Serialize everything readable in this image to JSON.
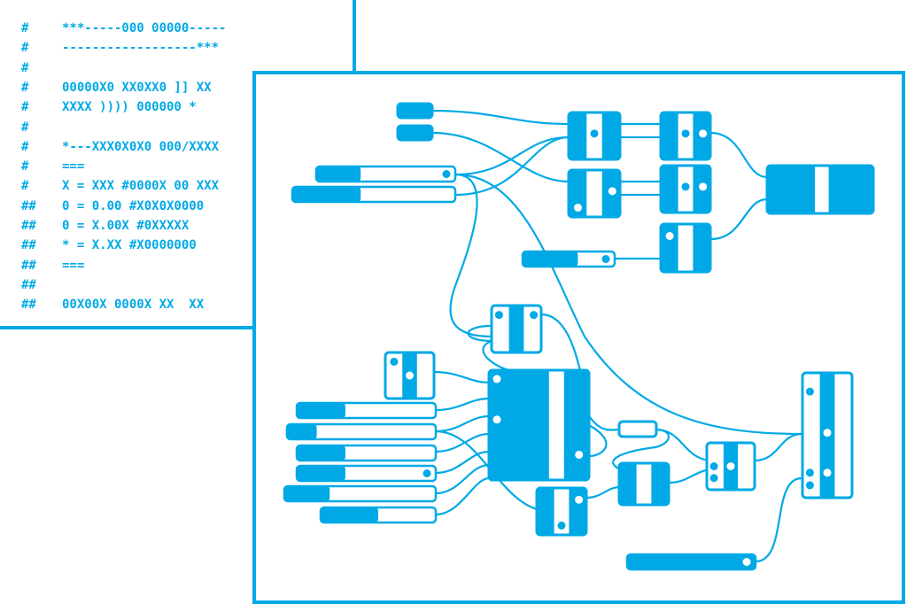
{
  "theme": {
    "accent": "#00a9e6",
    "background": "#ffffff"
  },
  "code_window": {
    "lines": [
      {
        "gutter": "#",
        "text": "***-----000 00000-----"
      },
      {
        "gutter": "#",
        "text": "------------------***"
      },
      {
        "gutter": "#",
        "text": ""
      },
      {
        "gutter": "#",
        "text": "00000X0 XX0XX0 ]] XX"
      },
      {
        "gutter": "#",
        "text": "XXXX )))) 000000 *"
      },
      {
        "gutter": "#",
        "text": ""
      },
      {
        "gutter": "#",
        "text": "*---XXX0X0X0 000/XXXX"
      },
      {
        "gutter": "#",
        "text": "==="
      },
      {
        "gutter": "#",
        "text": "X = XXX #0000X 00 XXX"
      },
      {
        "gutter": "##",
        "text": "0 = 0.00 #X0X0X0000"
      },
      {
        "gutter": "##",
        "text": "0 = X.00X #0XXXXX"
      },
      {
        "gutter": "##",
        "text": "* = X.XX #X0000000"
      },
      {
        "gutter": "##",
        "text": "==="
      },
      {
        "gutter": "##",
        "text": ""
      },
      {
        "gutter": "##",
        "text": "00X00X 0000X XX  XX"
      }
    ]
  },
  "graph_window": {
    "sliders": [
      {
        "id": "slider-1",
        "fill": 0.32,
        "has_dot": true
      },
      {
        "id": "slider-2",
        "fill": 0.42,
        "has_dot": false
      },
      {
        "id": "slider-3",
        "fill": 0.6,
        "has_dot": true
      },
      {
        "id": "slider-4",
        "fill": 0.35,
        "has_dot": false
      },
      {
        "id": "slider-5",
        "fill": 0.2,
        "has_dot": false
      },
      {
        "id": "slider-6",
        "fill": 0.35,
        "has_dot": false
      },
      {
        "id": "slider-7",
        "fill": 0.35,
        "has_dot": true
      },
      {
        "id": "slider-8",
        "fill": 0.3,
        "has_dot": false
      },
      {
        "id": "slider-9",
        "fill": 0.5,
        "has_dot": false
      },
      {
        "id": "slider-10",
        "fill": 1.0,
        "has_dot": true
      }
    ],
    "nodes_count": 16
  }
}
